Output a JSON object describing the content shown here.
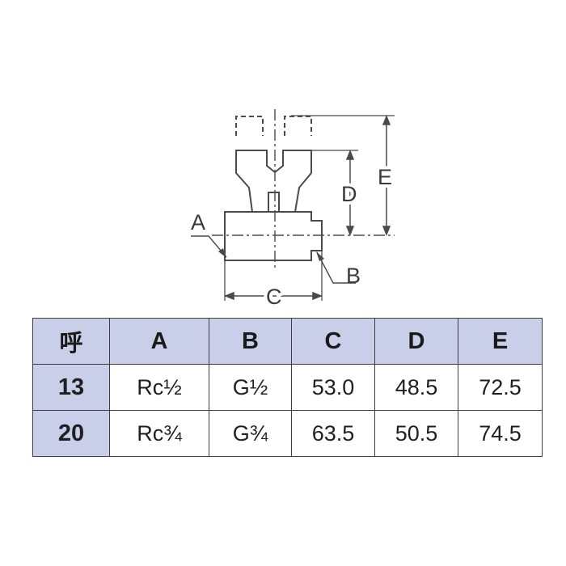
{
  "drawing": {
    "labels": {
      "a": "A",
      "b": "B",
      "c": "C",
      "d": "D",
      "e": "E"
    }
  },
  "table": {
    "headers": [
      "呼",
      "A",
      "B",
      "C",
      "D",
      "E"
    ],
    "rows": [
      {
        "nominal": "13",
        "a": "Rc½",
        "b": "G½",
        "c": "53.0",
        "d": "48.5",
        "e": "72.5"
      },
      {
        "nominal": "20",
        "a": "Rc¾",
        "b": "G¾",
        "c": "63.5",
        "d": "50.5",
        "e": "74.5"
      }
    ]
  }
}
